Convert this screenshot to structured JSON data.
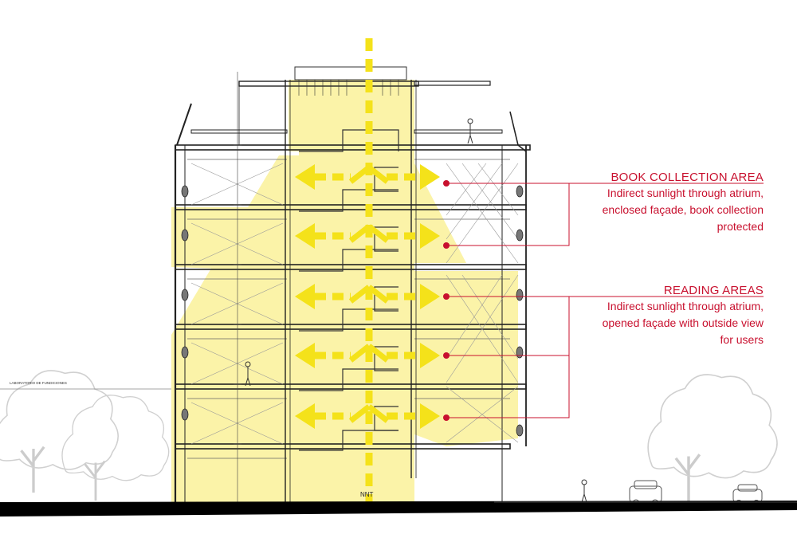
{
  "annotations": [
    {
      "title": "BOOK COLLECTION AREA",
      "lines": [
        "Indirect sunlight through atrium,",
        "enclosed façade, book collection",
        "protected"
      ]
    },
    {
      "title": "READING AREAS",
      "lines": [
        "Indirect sunlight through atrium,",
        "opened façade with outside view",
        "for users"
      ]
    }
  ],
  "drawing_labels": {
    "atrium": "NNT",
    "neighbor": "LABORATORIO DE FUNDICIONES"
  },
  "colors": {
    "annotation": "#c8102e",
    "sunlight_fill": "#fbf3a8",
    "arrow": "#f4e21a",
    "line": "#333333",
    "ground": "#000000"
  }
}
